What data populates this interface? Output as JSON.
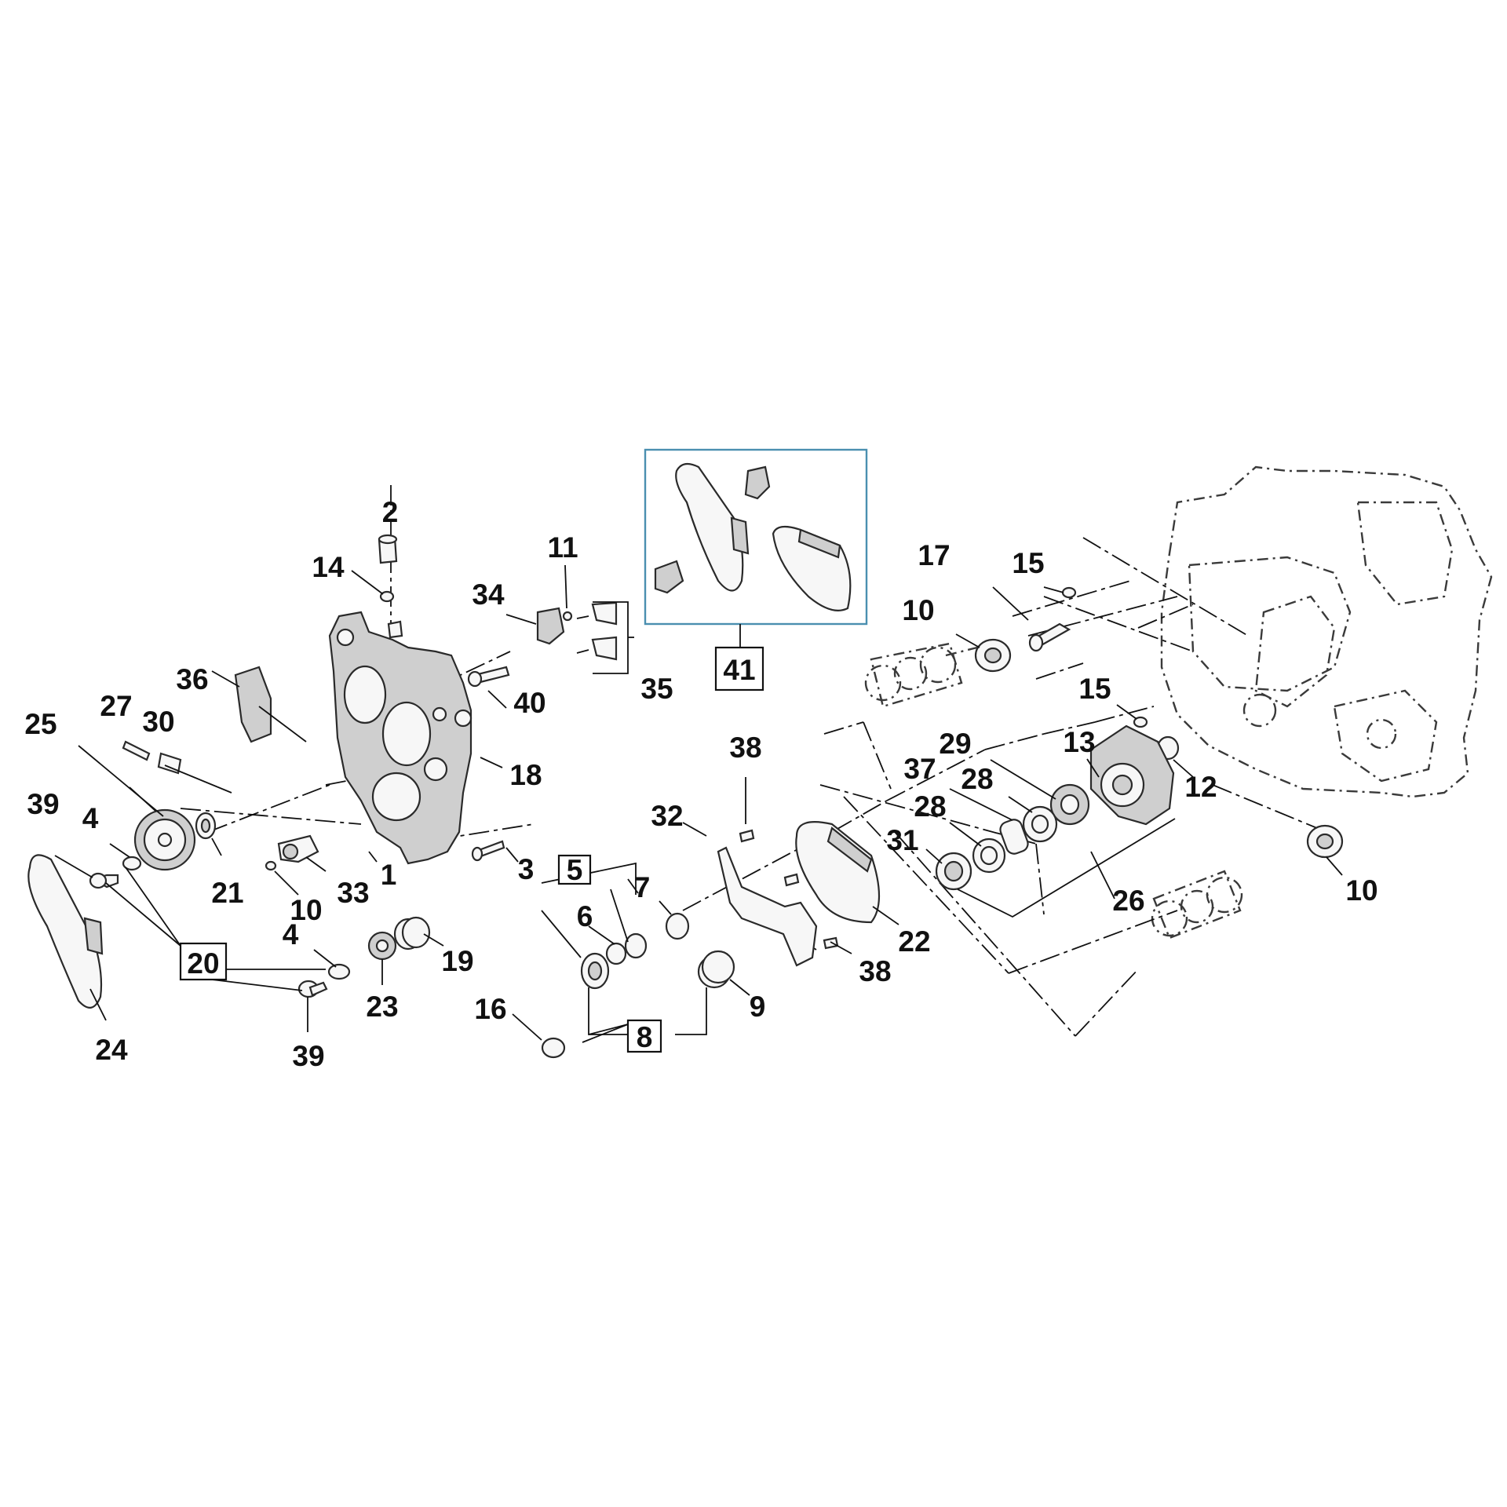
{
  "diagram": {
    "kit_label": "41",
    "callouts": {
      "p1": "1",
      "p2": "2",
      "p3": "3",
      "p4a": "4",
      "p4b": "4",
      "p5": "5",
      "p6": "6",
      "p7": "7",
      "p8": "8",
      "p9": "9",
      "p10a": "10",
      "p10b": "10",
      "p10c": "10",
      "p11": "11",
      "p12": "12",
      "p13": "13",
      "p14": "14",
      "p15a": "15",
      "p15b": "15",
      "p16": "16",
      "p17": "17",
      "p18": "18",
      "p19": "19",
      "p20": "20",
      "p21": "21",
      "p22": "22",
      "p23": "23",
      "p24": "24",
      "p25": "25",
      "p26": "26",
      "p27": "27",
      "p28a": "28",
      "p28b": "28",
      "p29": "29",
      "p30": "30",
      "p31": "31",
      "p32": "32",
      "p33": "33",
      "p34": "34",
      "p35": "35",
      "p36": "36",
      "p37": "37",
      "p38a": "38",
      "p38b": "38",
      "p39a": "39",
      "p39b": "39",
      "p40": "40"
    },
    "colors": {
      "kit_box": "#4a8fb0",
      "ink": "#111111",
      "part_fill": "#f7f7f7",
      "part_shade": "#cfcfcf"
    }
  }
}
